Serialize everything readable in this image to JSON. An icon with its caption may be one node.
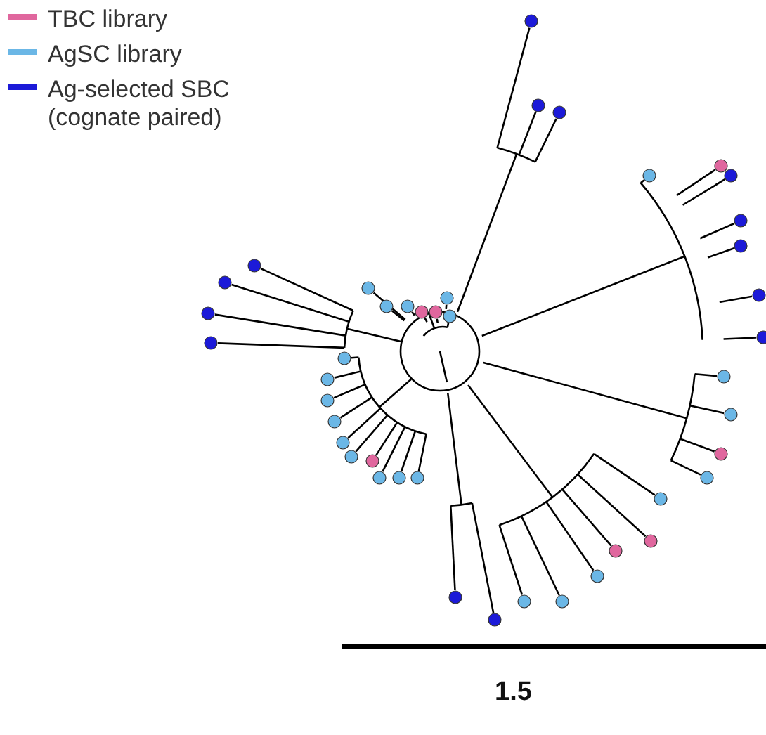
{
  "diagram": {
    "labels": [
      "1.5"
    ],
    "legend": [
      {
        "text": "TBC library",
        "color": "#e0679e"
      },
      {
        "text": "AgSC library",
        "color": "#6bb7e6"
      },
      {
        "text": "Ag-selected SBC (cognate paired)",
        "color": "#1c1ad8"
      }
    ]
  }
}
